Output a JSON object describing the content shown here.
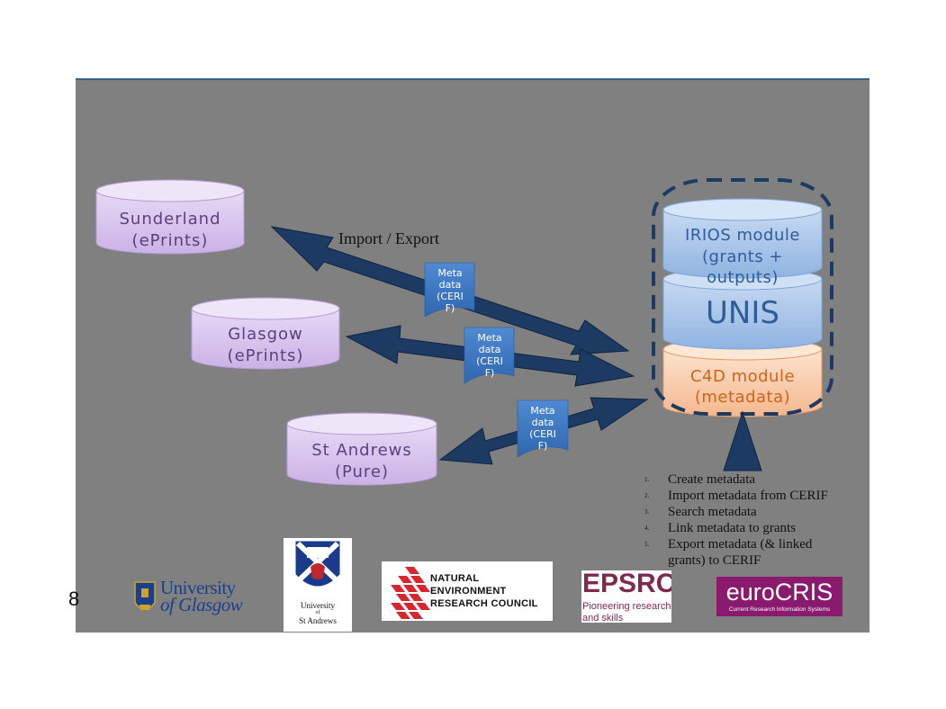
{
  "repositories": [
    {
      "name": "Sunderland",
      "system": "(ePrints)"
    },
    {
      "name": "Glasgow",
      "system": "(ePrints)"
    },
    {
      "name": "St Andrews",
      "system": "(Pure)"
    }
  ],
  "flow_label": "Import / Export",
  "metadata_tag": [
    "Meta",
    "data",
    "(CERI",
    "F)"
  ],
  "unis_stack": {
    "irios_lines": [
      "IRIOS module",
      "(grants +",
      "outputs)"
    ],
    "unis_label": "UNIS",
    "c4d_lines": [
      "C4D module",
      "(metadata)"
    ]
  },
  "functions": [
    {
      "num": "1.",
      "text": "Create metadata"
    },
    {
      "num": "2.",
      "text": "Import metadata from CERIF"
    },
    {
      "num": "3.",
      "text": "Search metadata"
    },
    {
      "num": "4.",
      "text": "Link metadata to grants"
    },
    {
      "num": "5.",
      "text": "Export metadata (& linked"
    },
    {
      "num": "",
      "text": "grants) to CERIF"
    }
  ],
  "page_fragment": "8",
  "logos": {
    "glasgow": [
      "University",
      "of Glasgow"
    ],
    "st_andrews": [
      "University",
      "of",
      "St Andrews"
    ],
    "nerc": [
      "NATURAL",
      "ENVIRONMENT",
      "RESEARCH COUNCIL"
    ],
    "epsrc": {
      "name": "EPSRC",
      "tagline1": "Pioneering research",
      "tagline2": "and skills"
    },
    "eurocris": {
      "name": "euroCRIS",
      "tagline": "Current Research Information Systems"
    }
  },
  "colors": {
    "slide_bg": "#808080",
    "arrow_fill": "#1d3a63",
    "repo_fill": "#d9c6ee",
    "repo_text": "#5b3f7e",
    "irios_fill": "#a9c6ea",
    "c4d_fill": "#f6c9a8",
    "c4d_text": "#d06414",
    "tag_fill": "#3f7bc6"
  }
}
